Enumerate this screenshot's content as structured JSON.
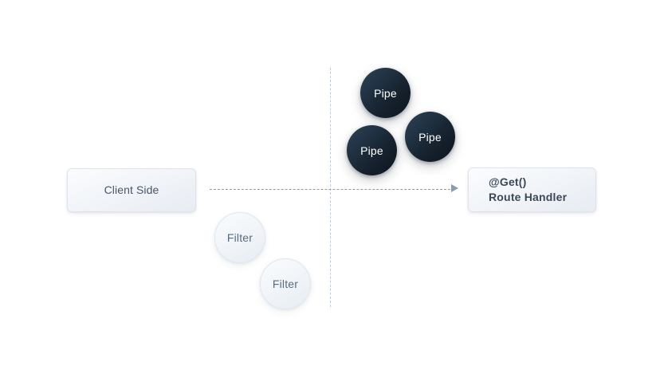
{
  "diagram": {
    "boundary": {
      "vertical_divider": "dashed-vertical-divider",
      "request_flow": "dashed-request-arrow"
    },
    "client": {
      "label": "Client Side"
    },
    "handler": {
      "decorator": "@Get()",
      "label": "Route Handler"
    },
    "pipes": [
      {
        "label": "Pipe"
      },
      {
        "label": "Pipe"
      },
      {
        "label": "Pipe"
      }
    ],
    "filters": [
      {
        "label": "Filter"
      },
      {
        "label": "Filter"
      }
    ],
    "colors": {
      "background": "#ffffff",
      "pipe_fill_dark": "#16222e",
      "pipe_fill_light": "#2c4257",
      "pipe_text": "#ffffff",
      "filter_fill": "#f0f4f8",
      "filter_text": "#5a6b7d",
      "box_fill": "#eceff4",
      "box_border": "#dde3ec",
      "box_text": "#4a5568",
      "handler_text": "#3c4858",
      "arrow": "#8b9bb0",
      "divider": "#c3cbd6"
    }
  }
}
